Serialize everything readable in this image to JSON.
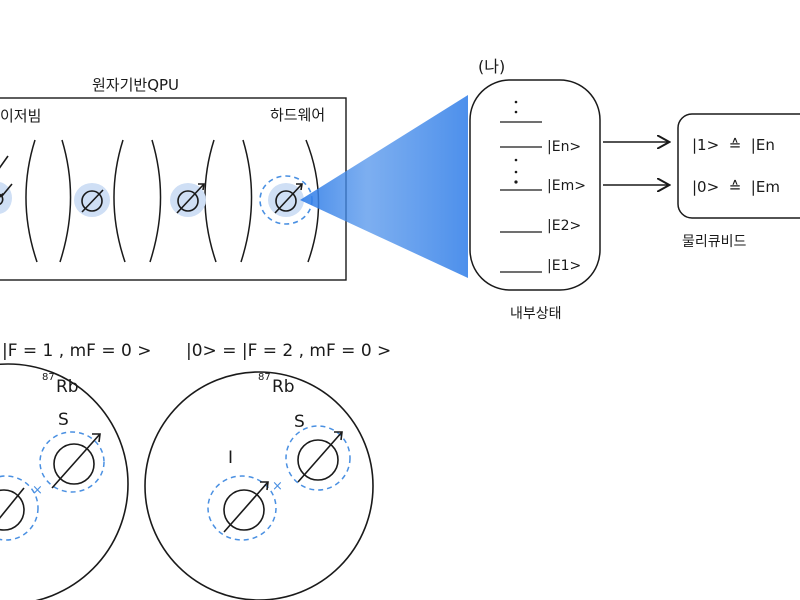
{
  "qpu": {
    "title": "원자기반QPU",
    "laser_label": "이저빔",
    "hardware_label": "하드웨어"
  },
  "internal": {
    "panel_label": "(나)",
    "caption": "내부상태",
    "levels": [
      "|En>",
      "|Em>",
      "|E2>",
      "|E1>"
    ]
  },
  "qubit": {
    "caption": "물리큐비드",
    "state1": "|1>  ≙  |En",
    "state0": "|0>  ≙  |Em"
  },
  "atoms": {
    "left_eq": "|F = 1 , mF = 0 >",
    "right_eq": "|0> = |F = 2 , mF = 0 >",
    "isotope_mass": "87",
    "isotope_symbol": "Rb",
    "spin_s": "S",
    "spin_i": "I"
  },
  "colors": {
    "beam": "#2f7de8",
    "dash": "#4a90e2",
    "atom_fill": "#cfdff5",
    "ink": "#1a1a1a"
  }
}
